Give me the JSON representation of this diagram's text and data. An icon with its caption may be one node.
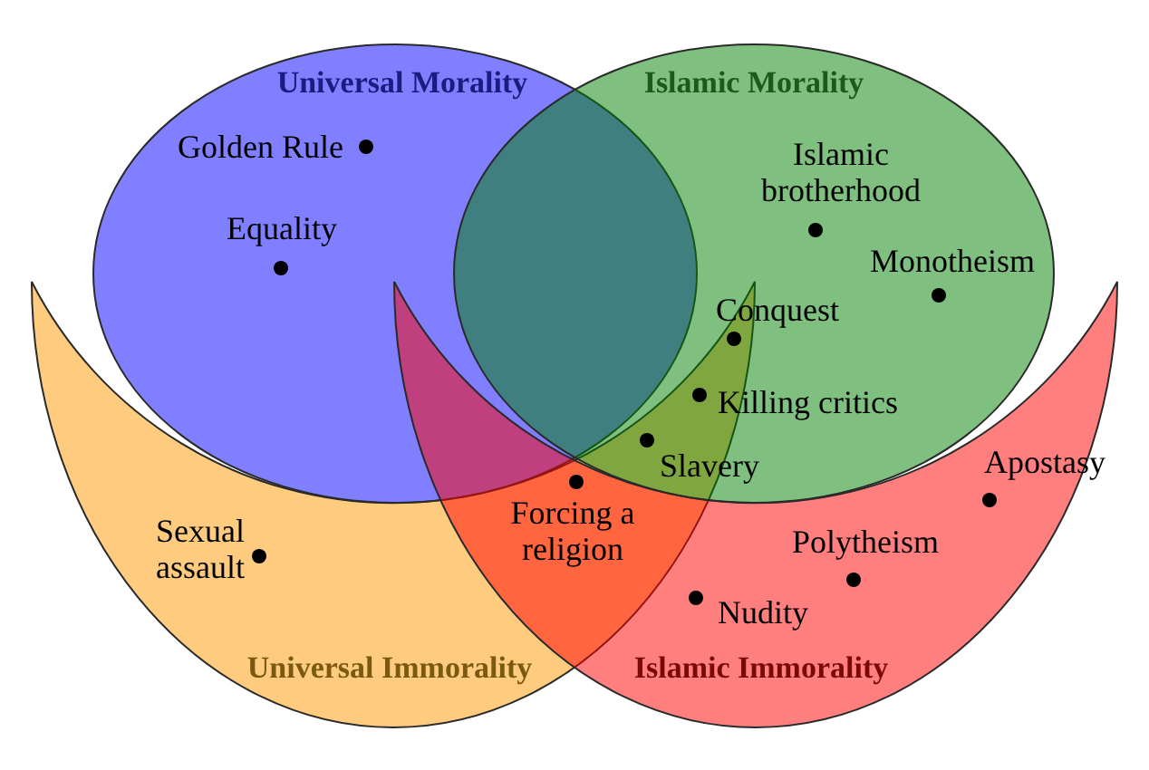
{
  "diagram": {
    "nodes": [
      {
        "text": [
          "Universal Morality"
        ]
      },
      {
        "text": [
          "Islamic Morality"
        ]
      },
      {
        "text": [
          "Universal Immorality"
        ]
      },
      {
        "text": [
          "Islamic Immorality"
        ]
      }
    ],
    "labels": [
      "Golden Rule",
      "Islamic brotherhood",
      "Equality",
      "Monotheism",
      "Conquest",
      "Killing critics",
      "Apostasy",
      "Slavery",
      "Forcing a religion",
      "Sexual assault",
      "Polytheism",
      "Nudity"
    ]
  }
}
